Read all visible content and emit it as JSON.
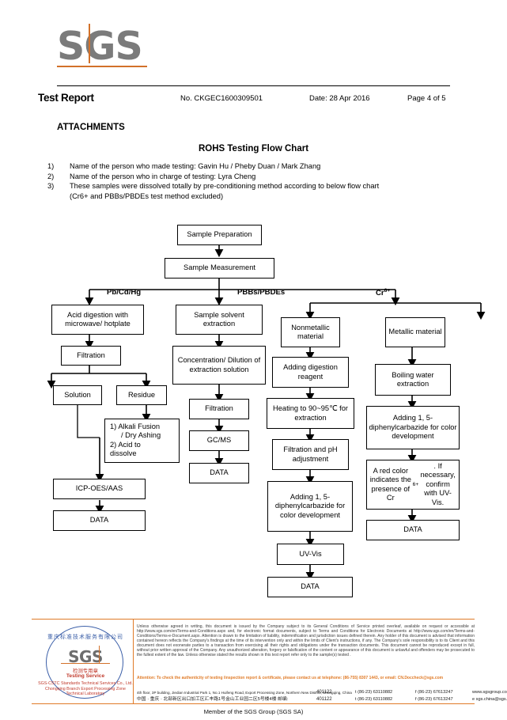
{
  "header": {
    "logo": "SGS",
    "title": "Test Report",
    "report_no": "No. CKGEC1600309501",
    "date": "Date: 28 Apr 2016",
    "page": "Page 4 of 5"
  },
  "body": {
    "attachments_label": "ATTACHMENTS",
    "flow_title": "ROHS Testing Flow Chart",
    "notes": [
      {
        "num": "1)",
        "text": "Name of the person who made testing: Gavin Hu / Pheby Duan / Mark Zhang"
      },
      {
        "num": "2)",
        "text": "Name of the person who in charge of testing: Lyra Cheng"
      },
      {
        "num": "3)",
        "text": "These samples were dissolved totally by pre-conditioning method according to below flow chart",
        "sub": "(Cr6+ and PBBs/PBDEs test method excluded)"
      }
    ]
  },
  "chart_data": {
    "type": "diagram",
    "title": "ROHS Testing Flow Chart",
    "branch_labels": [
      "Pb/Cd/Hg",
      "PBBs/PBDEs",
      "Cr6+"
    ],
    "nodes": {
      "sample_preparation": "Sample Preparation",
      "sample_measurement": "Sample Measurement",
      "acid_digestion": "Acid digestion with microwave/ hotplate",
      "filtration_1": "Filtration",
      "solution": "Solution",
      "residue": "Residue",
      "alkali_fusion": "1) Alkali Fusion\n    / Dry Ashing\n2) Acid to\n    dissolve",
      "alkali_line1": "1) Alkali Fusion",
      "alkali_line2": "/ Dry Ashing",
      "alkali_line3": "2) Acid to",
      "alkali_line4": "dissolve",
      "icp_oes": "ICP-OES/AAS",
      "data_1": "DATA",
      "sample_solvent": "Sample solvent extraction",
      "concentration": "Concentration/ Dilution of extraction solution",
      "filtration_2": "Filtration",
      "gcms": "GC/MS",
      "data_2": "DATA",
      "nonmetallic": "Nonmetallic material",
      "adding_digestion": "Adding digestion reagent",
      "heating": "Heating to 90~95℃ for extraction",
      "filtration_ph": "Filtration and pH adjustment",
      "adding_dpc_1": "Adding 1, 5-diphenylcarbazide for color development",
      "uv_vis": "UV-Vis",
      "data_3": "DATA",
      "metallic": "Metallic material",
      "boiling_water": "Boiling water extraction",
      "adding_dpc_2": "Adding 1, 5-diphenylcarbazide for color development",
      "red_color_note": "A red color indicates the presence of Cr6+. If necessary, confirm with UV-Vis.",
      "data_4": "DATA"
    }
  },
  "stamp": {
    "sgs": "SGS",
    "arc_text": "重庆标准技术服务有限公司",
    "cn_line1": "检测专用章",
    "cn_line2": "Testing Service",
    "cn_line3": "SGS-CSTC Standards Technical Services Co., Ltd.",
    "cn_line4": "Chongqing Branch Export Processing Zone Technical Laboratory"
  },
  "footer": {
    "legal": "Unless otherwise agreed in writing, this document is issued by the Company subject to its General Conditions of Service printed overleaf, available on request or accessible at http://www.sgs.com/en/Terms-and-Conditions.aspx and, for electronic format documents, subject to Terms and Conditions for Electronic Documents at http://www.sgs.com/en/Terms-and-Conditions/Terms-e-Document.aspx. Attention is drawn to the limitation of liability, indemnification and jurisdiction issues defined therein. Any holder of this document is advised that information contained hereon reflects the Company's findings at the time of its intervention only and within the limits of Client's instructions, if any. The Company's sole responsibility is to its Client and this document does not exonerate parties to a transaction from exercising all their rights and obligations under the transaction documents. This document cannot be reproduced except in full, without prior written approval of the Company. Any unauthorized alteration, forgery or falsification of the content or appearance of this document is unlawful and offenders may be prosecuted to the fullest extent of the law. Unless otherwise stated the results shown in this test report refer only to the sample(s) tested .",
    "attention": "Attention: To check the authenticity of testing /inspection report & certificate, please contact us at telephone: (86-755) 8307 1443, or email: CN.Doccheck@sgs.com",
    "address_en": "4th floor, 3P building, Jiedian Industrial Park 1, No.1 Huifeng Road, Export Processing Zone, Northern New District, Chongqing, China",
    "address_cn": "中国 · 重庆 · 北部新区出口加工区汇丰路1号金山工业园二区5号楼4楼  邮编:",
    "zip": "401122",
    "tel": "t (86-23) 63110882",
    "fax": "f (86-23) 67613247",
    "web": "www.sgsgroup.com.cn",
    "email": "e sgs.china@sgs.com",
    "member": "Member of the SGS Group (SGS SA)"
  }
}
